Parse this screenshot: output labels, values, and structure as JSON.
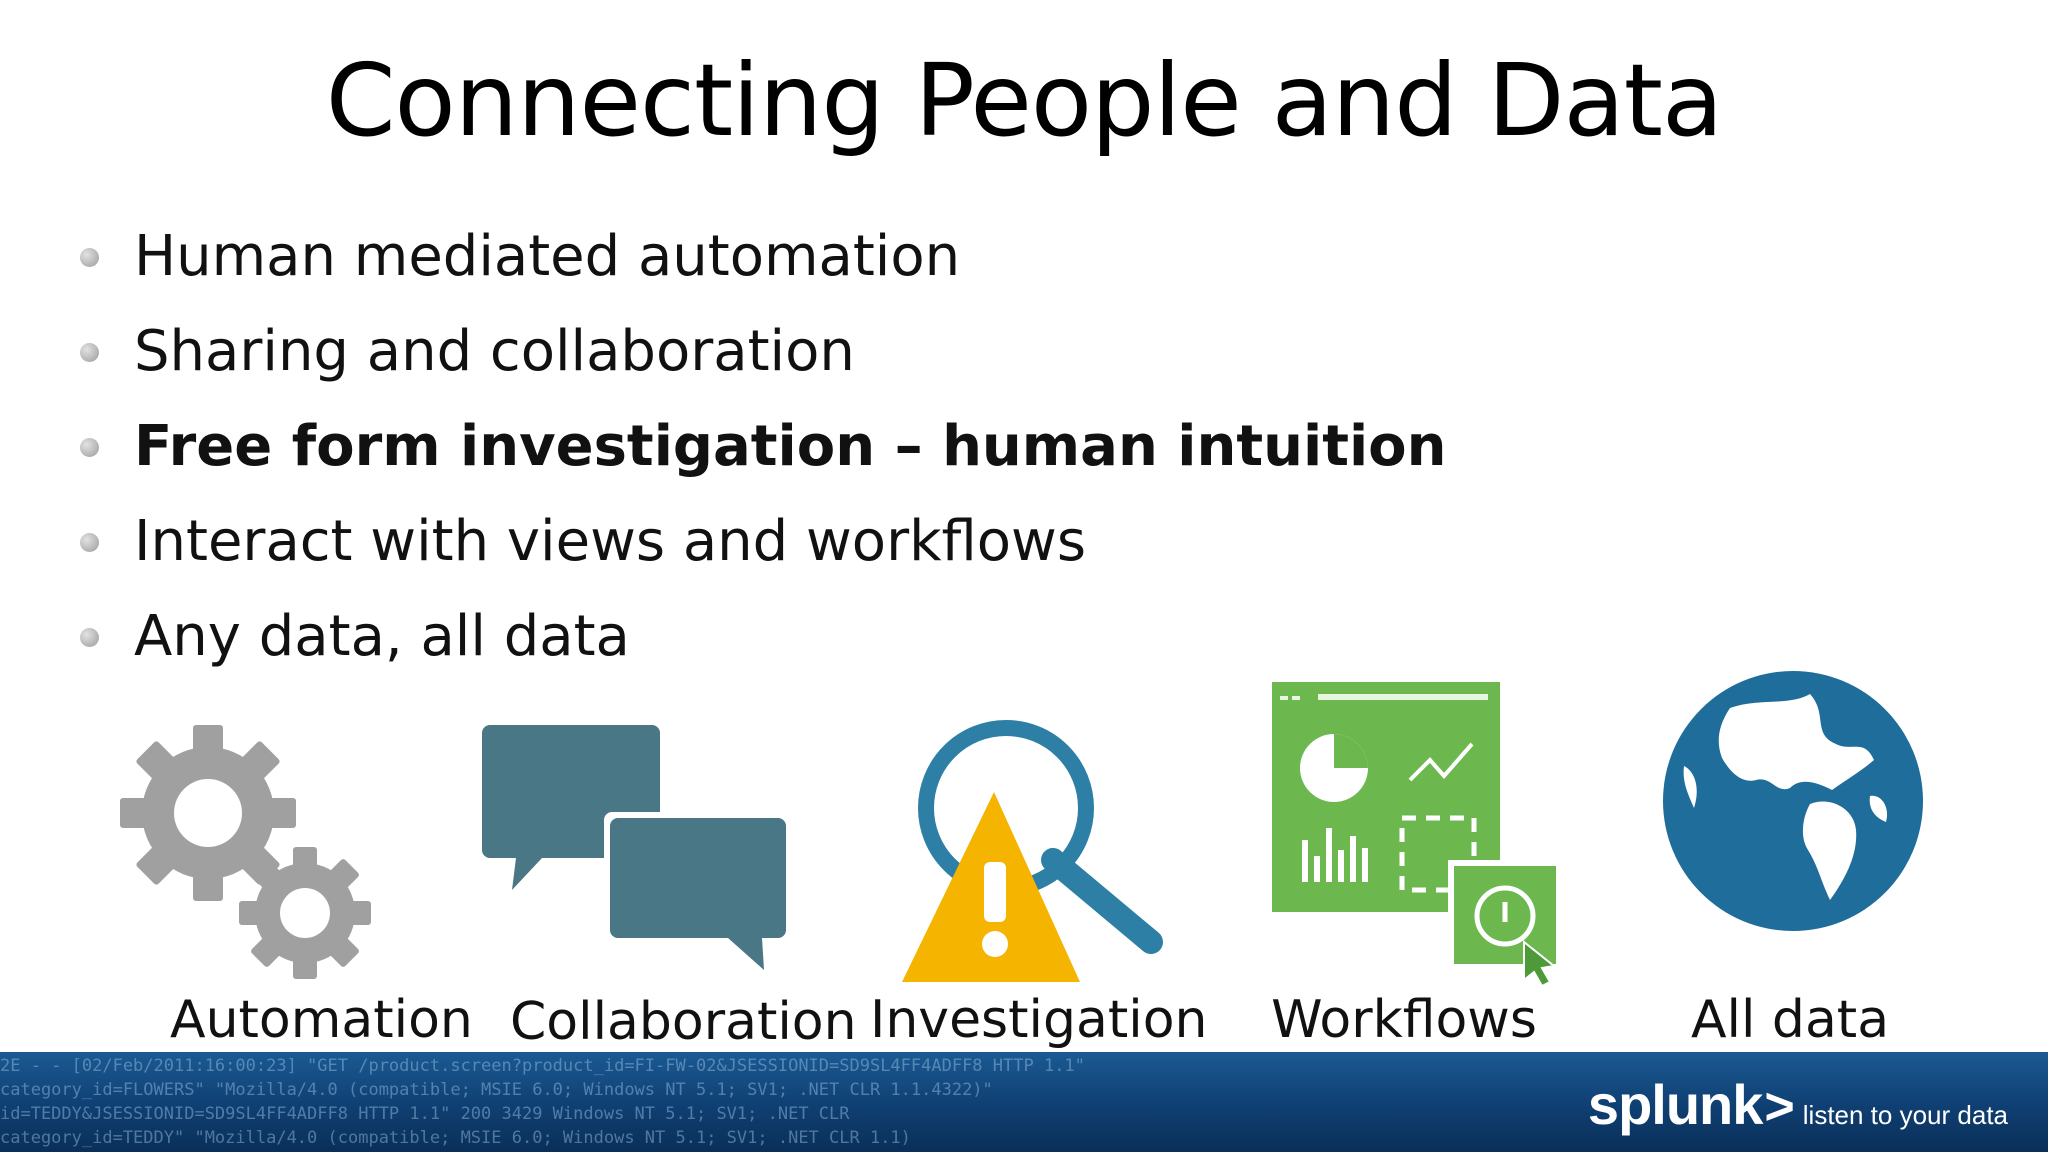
{
  "slide": {
    "title": "Connecting People and Data",
    "bullets": [
      {
        "text": "Human mediated automation",
        "bold": false
      },
      {
        "text": "Sharing and collaboration",
        "bold": false
      },
      {
        "text": "Free form investigation – human intuition",
        "bold": true
      },
      {
        "text": "Interact with views and workflows",
        "bold": false
      },
      {
        "text": "Any data, all data",
        "bold": false
      }
    ],
    "icons": [
      {
        "name": "gears-icon",
        "label": "Automation",
        "color": "#a0a0a0"
      },
      {
        "name": "speech-bubbles-icon",
        "label": "Collaboration",
        "color": "#497785"
      },
      {
        "name": "magnifier-warning-icon",
        "label": "Investigation",
        "color": "#f4b400"
      },
      {
        "name": "dashboard-icon",
        "label": "Workflows",
        "color": "#6cb84f"
      },
      {
        "name": "globe-icon",
        "label": "All data",
        "color": "#1e6d9a"
      }
    ]
  },
  "footer": {
    "log_lines": [
      "2E - - [02/Feb/2011:16:00:23] \"GET /product.screen?product_id=FI-FW-02&JSESSIONID=SD9SL4FF4ADFF8 HTTP 1.1\"",
      "category_id=FLOWERS\" \"Mozilla/4.0 (compatible; MSIE 6.0; Windows NT 5.1; SV1; .NET CLR 1.1.4322)\"",
      "id=TEDDY&JSESSIONID=SD9SL4FF4ADFF8 HTTP 1.1\" 200 3429 Windows NT 5.1; SV1; .NET CLR",
      "category_id=TEDDY\" \"Mozilla/4.0 (compatible; MSIE 6.0; Windows NT 5.1; SV1; .NET CLR 1.1)"
    ],
    "brand": "splunk",
    "brand_chevron": ">",
    "tagline": "listen to your data"
  }
}
